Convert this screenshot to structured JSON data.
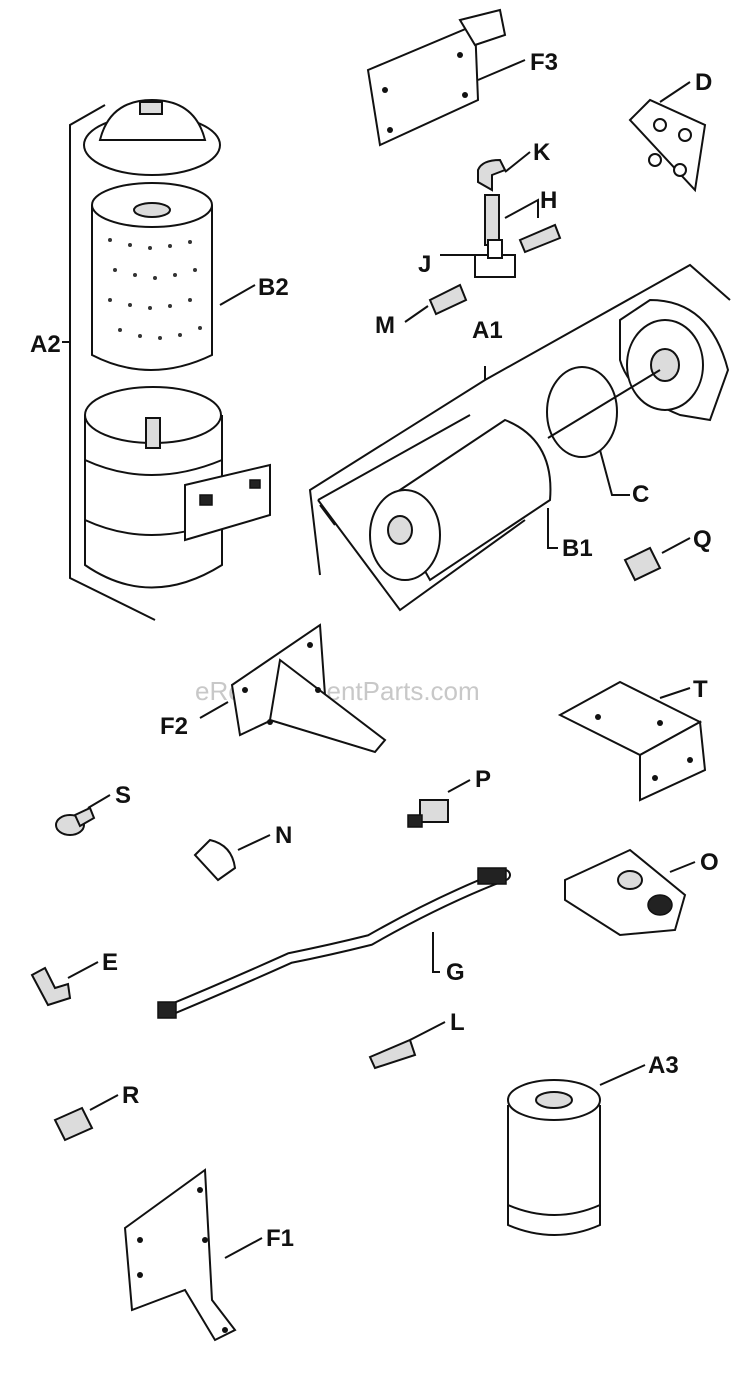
{
  "watermark": "eReplacementParts.com",
  "labels": {
    "F3": "F3",
    "D": "D",
    "K": "K",
    "H": "H",
    "J": "J",
    "M": "M",
    "A1": "A1",
    "A2": "A2",
    "B2": "B2",
    "C": "C",
    "B1": "B1",
    "Q": "Q",
    "T": "T",
    "F2": "F2",
    "S": "S",
    "P": "P",
    "N": "N",
    "O": "O",
    "E": "E",
    "G": "G",
    "L": "L",
    "R": "R",
    "A3": "A3",
    "F1": "F1"
  }
}
